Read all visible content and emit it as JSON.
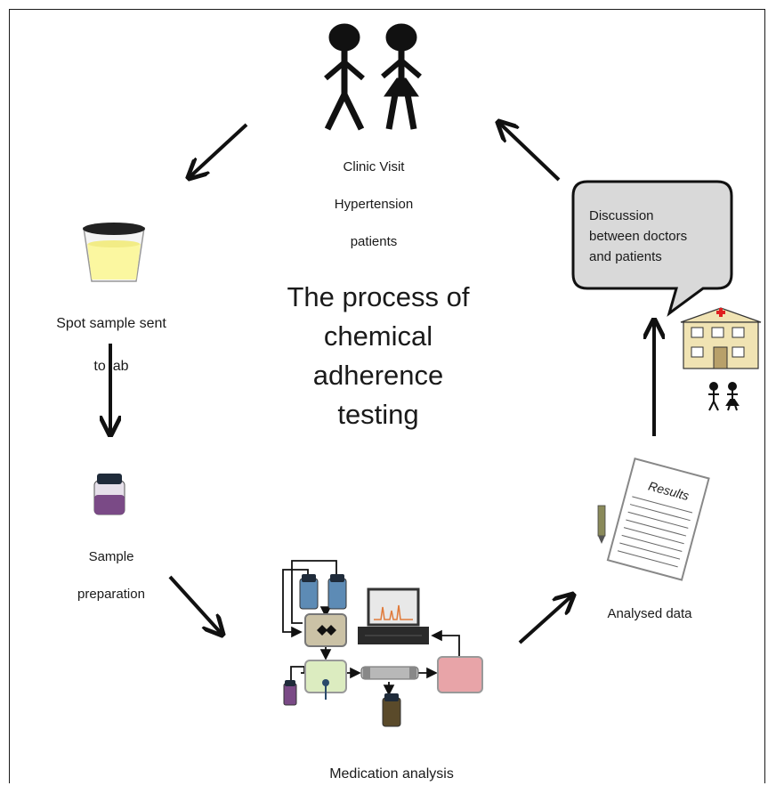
{
  "title_lines": [
    "The process of",
    "chemical",
    "adherence",
    "testing"
  ],
  "steps": {
    "clinic_visit": [
      "Clinic Visit",
      "Hypertension",
      "patients"
    ],
    "spot_sample": [
      "Spot sample sent",
      "to lab"
    ],
    "sample_preparation": [
      "Sample",
      "preparation"
    ],
    "medication_analysis": "Medication analysis",
    "analysed_data": "Analysed data",
    "discussion": [
      "Discussion",
      "between doctors",
      "and patients"
    ]
  },
  "results_sheet_label": "Results",
  "colors": {
    "urine": "#fbf7a0",
    "vial_cap": "#1f2b3a",
    "vial_liquid": "#7a4a86",
    "blue_bottle": "#5d8bb5",
    "mixer_box": "#cbc2a6",
    "injector_box": "#dcecc0",
    "detector_box": "#e8a4a8",
    "bubble": "#d9d9d9",
    "building": "#f0e3b3",
    "chromatogram": "#e07a3a"
  }
}
